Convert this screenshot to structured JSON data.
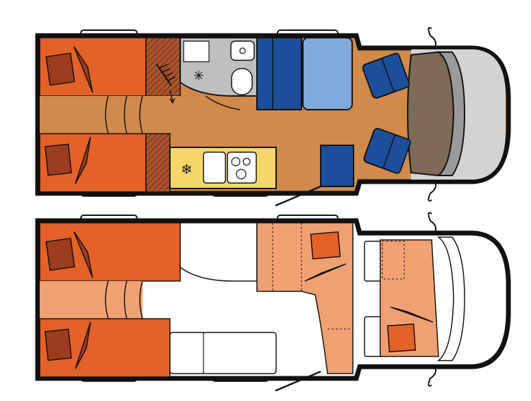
{
  "diagram": {
    "type": "motorhome-floor-plan",
    "views": [
      {
        "id": "day",
        "name": "day-layout"
      },
      {
        "id": "night",
        "name": "night-layout"
      }
    ],
    "colors": {
      "outline": "#111111",
      "wall_gray": "#c8c8c8",
      "floor": "#d08a4c",
      "bed_orange": "#e5612a",
      "bed_light": "#f0a173",
      "pillow": "#9b3d1e",
      "blue_dark": "#1c4f9a",
      "blue_light": "#7faadc",
      "kitchen_yellow": "#f6d86a",
      "dash_brown": "#7f6a55",
      "dash_gray": "#9a9a9a",
      "cab_gray": "#d3d3d3",
      "bath_gray": "#bfbfbf"
    }
  }
}
